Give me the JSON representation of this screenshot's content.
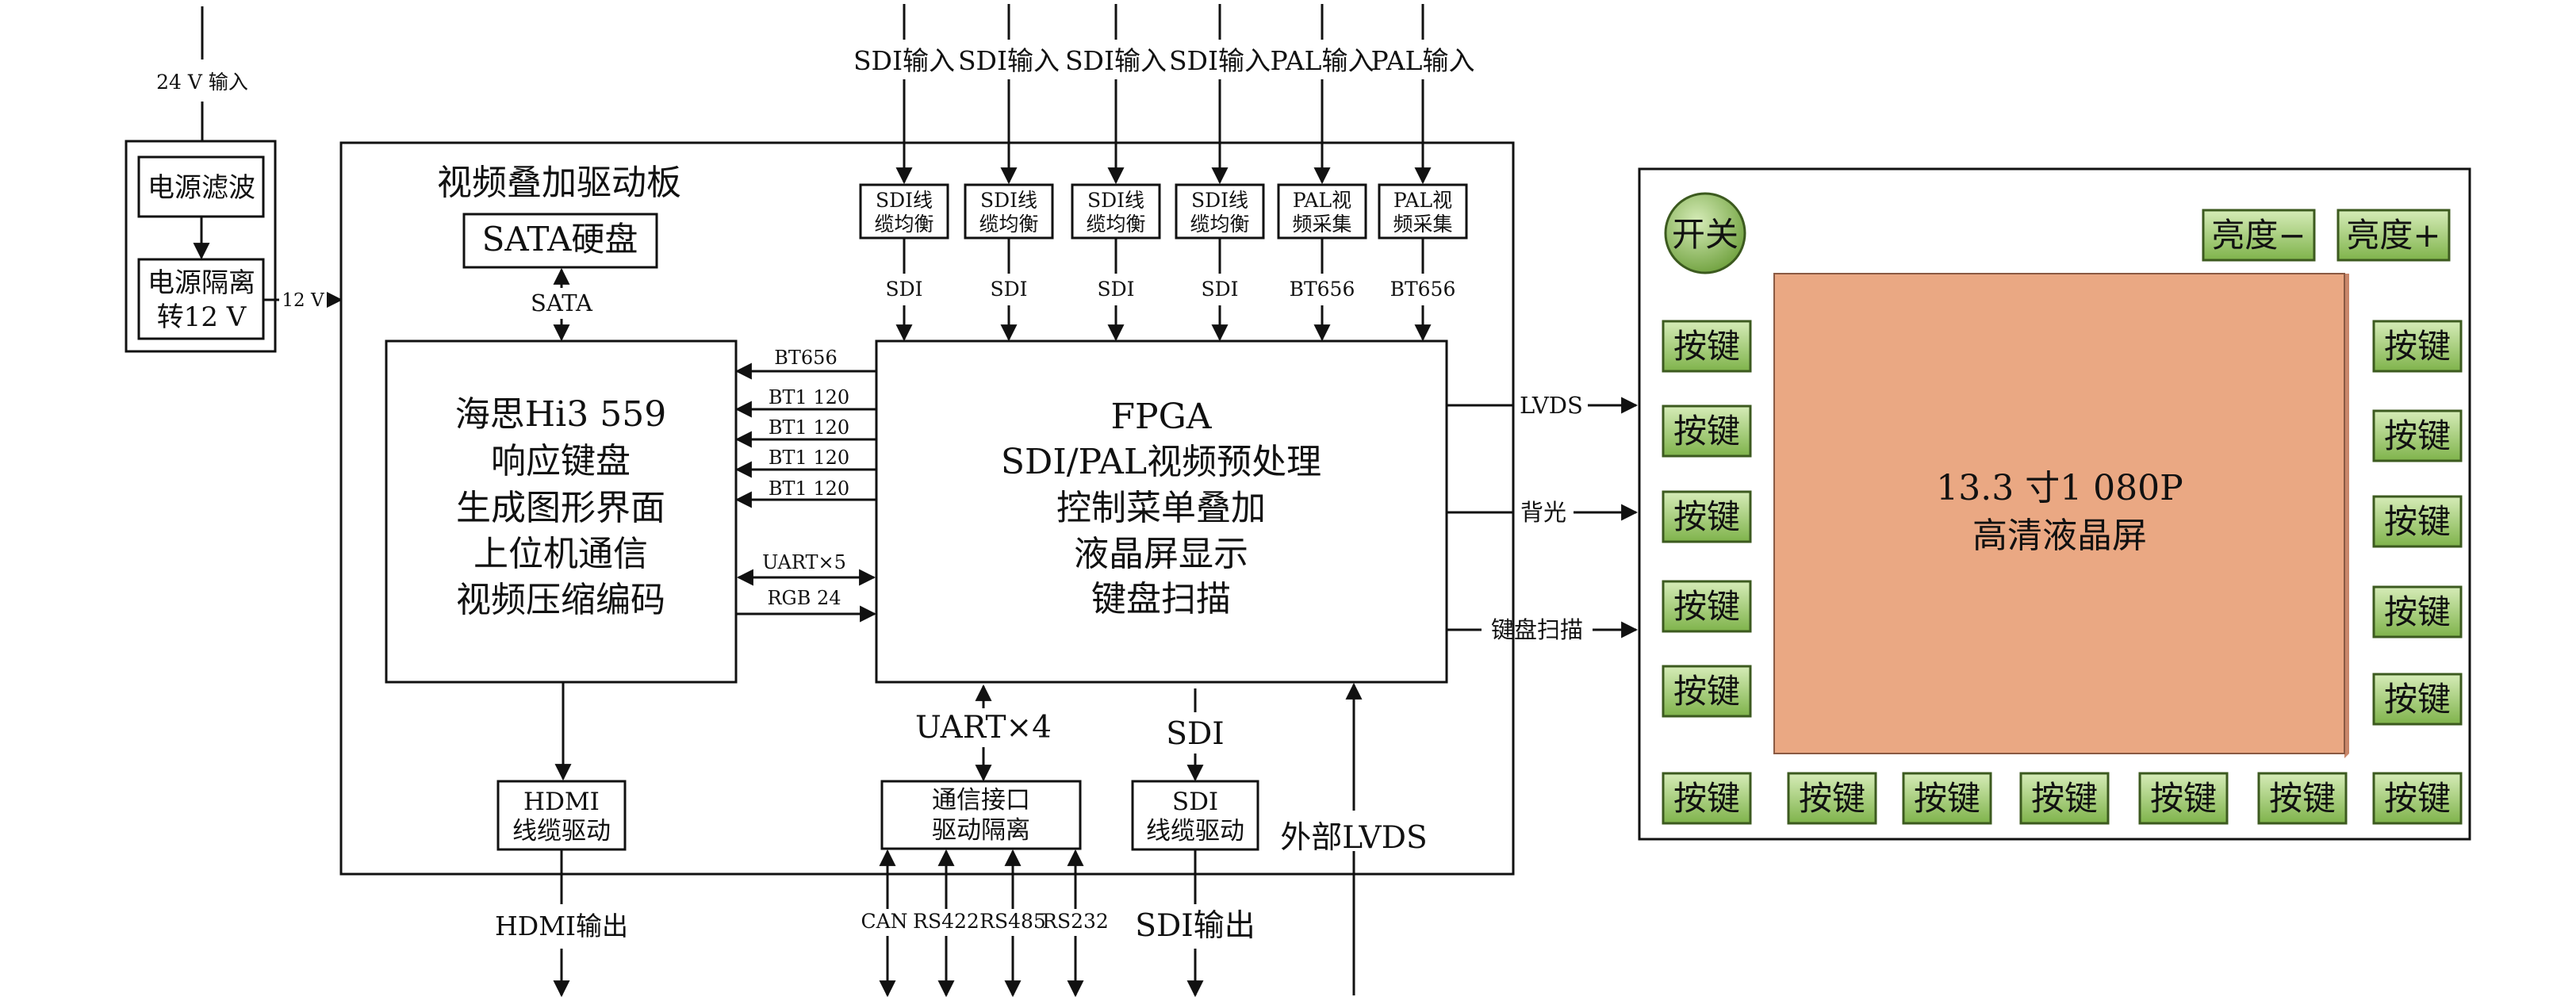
{
  "power": {
    "input_label": "24 V 输入",
    "filter": "电源滤波",
    "isolation_line1": "电源隔离",
    "isolation_line2": "转12 V",
    "output_label": "12 V"
  },
  "board": {
    "title": "视频叠加驱动板"
  },
  "sata": {
    "disk": "SATA硬盘",
    "link": "SATA"
  },
  "hisi": {
    "lines": [
      "海思Hi3 559",
      "响应键盘",
      "生成图形界面",
      "上位机通信",
      "视频压缩编码"
    ]
  },
  "fpga": {
    "lines": [
      "FPGA",
      "SDI/PAL视频预处理",
      "控制菜单叠加",
      "液晶屏显示",
      "键盘扫描"
    ]
  },
  "bus_labels": [
    "BT656",
    "BT1 120",
    "BT1 120",
    "BT1 120",
    "BT1 120",
    "UART×5",
    "RGB 24"
  ],
  "inputs": [
    {
      "top": "SDI输入",
      "box1": "SDI线",
      "box2": "缆均衡",
      "bus": "SDI"
    },
    {
      "top": "SDI输入",
      "box1": "SDI线",
      "box2": "缆均衡",
      "bus": "SDI"
    },
    {
      "top": "SDI输入",
      "box1": "SDI线",
      "box2": "缆均衡",
      "bus": "SDI"
    },
    {
      "top": "SDI输入",
      "box1": "SDI线",
      "box2": "缆均衡",
      "bus": "SDI"
    },
    {
      "top": "PAL输入",
      "box1": "PAL视",
      "box2": "频采集",
      "bus": "BT656"
    },
    {
      "top": "PAL输入",
      "box1": "PAL视",
      "box2": "频采集",
      "bus": "BT656"
    }
  ],
  "hdmi": {
    "line1": "HDMI",
    "line2": "线缆驱动",
    "out": "HDMI输出"
  },
  "comm": {
    "uart": "UART×4",
    "line1": "通信接口",
    "line2": "驱动隔离",
    "ports": [
      "CAN",
      "RS422",
      "RS485",
      "RS232"
    ]
  },
  "sdi_out": {
    "link": "SDI",
    "line1": "SDI",
    "line2": "线缆驱动",
    "out": "SDI输出"
  },
  "ext_lvds": "外部LVDS",
  "fpga_outputs": [
    "LVDS",
    "背光",
    "键盘扫描"
  ],
  "panel": {
    "power_button": "开关",
    "brightness_down": "亮度−",
    "brightness_up": "亮度+",
    "screen_line1": "13.3 寸1 080P",
    "screen_line2": "高清液晶屏",
    "key_label": "按键",
    "key_gradient": [
      "#d6ecb8",
      "#7fb34b"
    ],
    "screen_color": "#eaa883"
  }
}
